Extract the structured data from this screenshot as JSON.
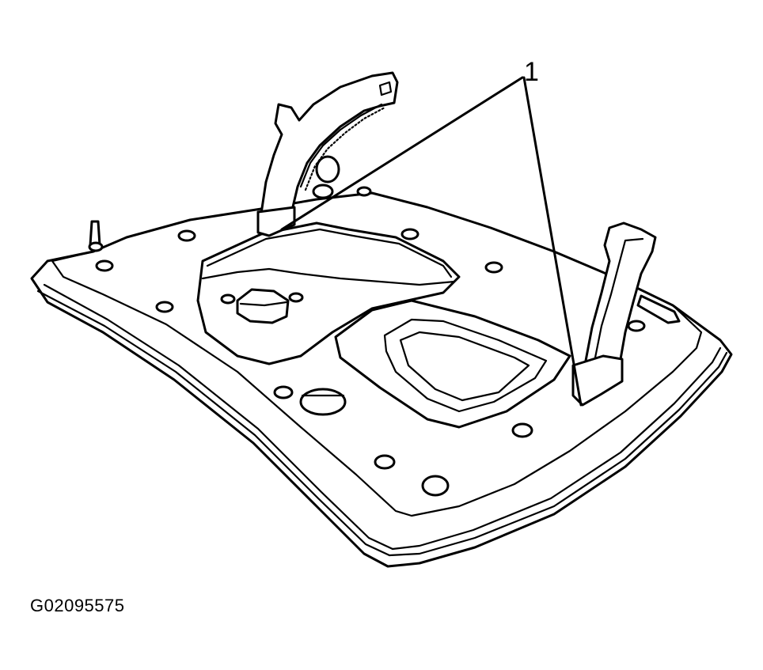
{
  "callout_number": "1",
  "figure_id": "G02095575",
  "icons": [
    "window-regulator-diagram"
  ]
}
